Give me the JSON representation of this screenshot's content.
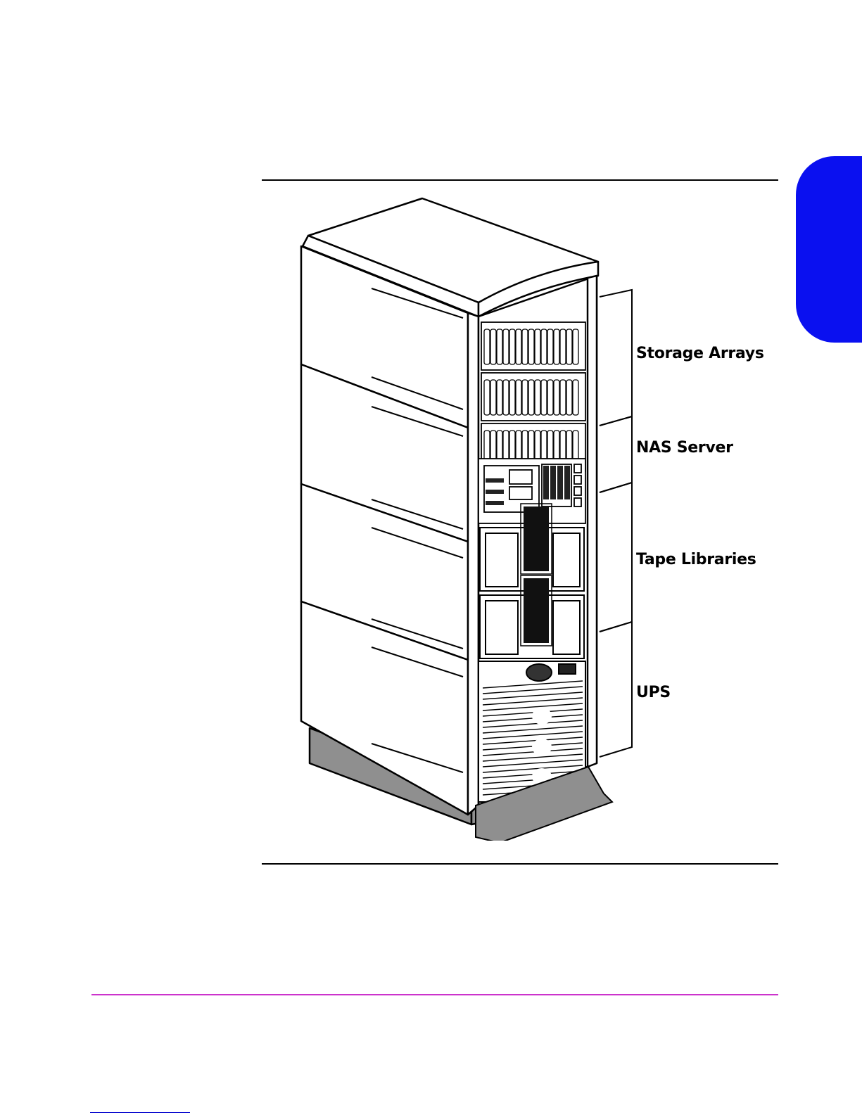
{
  "figure": {
    "labels": {
      "storage": "Storage Arrays",
      "nas": "NAS Server",
      "tape": "Tape Libraries",
      "ups": "UPS"
    }
  },
  "colors": {
    "side_tab": "#0a10f0",
    "footer_rule": "#cc33cc",
    "footer_link": "#0000cc",
    "plinth": "#8f8f8f"
  }
}
